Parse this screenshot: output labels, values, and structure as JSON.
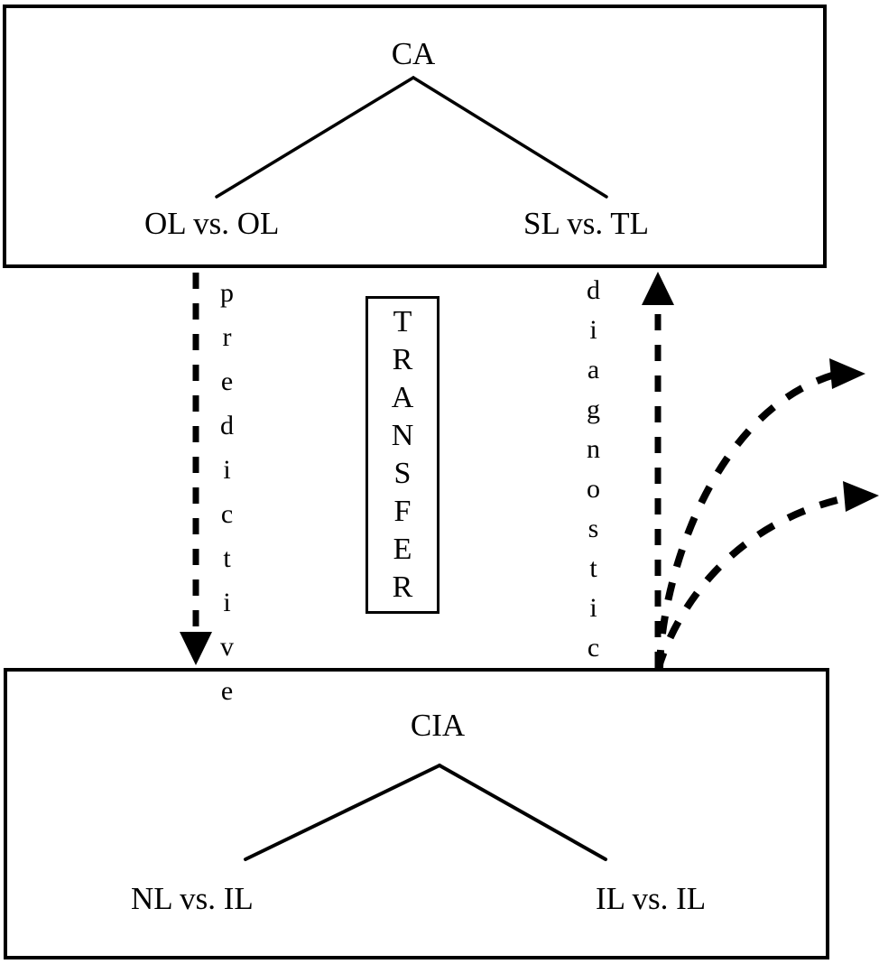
{
  "figure": {
    "type": "diagram",
    "description": "Contrastive Analysis and Contrastive Interlanguage Analysis transfer diagram"
  },
  "top_box": {
    "root": "CA",
    "leaves": [
      "OL vs. OL",
      "SL vs. TL"
    ]
  },
  "bottom_box": {
    "root": "CIA",
    "leaves": [
      "NL vs. IL",
      "IL vs. IL"
    ]
  },
  "middle": {
    "transfer_label": "TRANSFER",
    "transfer_letters": [
      "T",
      "R",
      "A",
      "N",
      "S",
      "F",
      "E",
      "R"
    ],
    "predictive_label": "predictive",
    "predictive_letters": [
      "p",
      "r",
      "e",
      "d",
      "i",
      "c",
      "t",
      "i",
      "v",
      "e"
    ],
    "diagnostic_label": "diagnostic",
    "diagnostic_letters": [
      "d",
      "i",
      "a",
      "g",
      "n",
      "o",
      "s",
      "t",
      "i",
      "c"
    ]
  },
  "colors": {
    "stroke": "#000000",
    "background": "#ffffff"
  }
}
